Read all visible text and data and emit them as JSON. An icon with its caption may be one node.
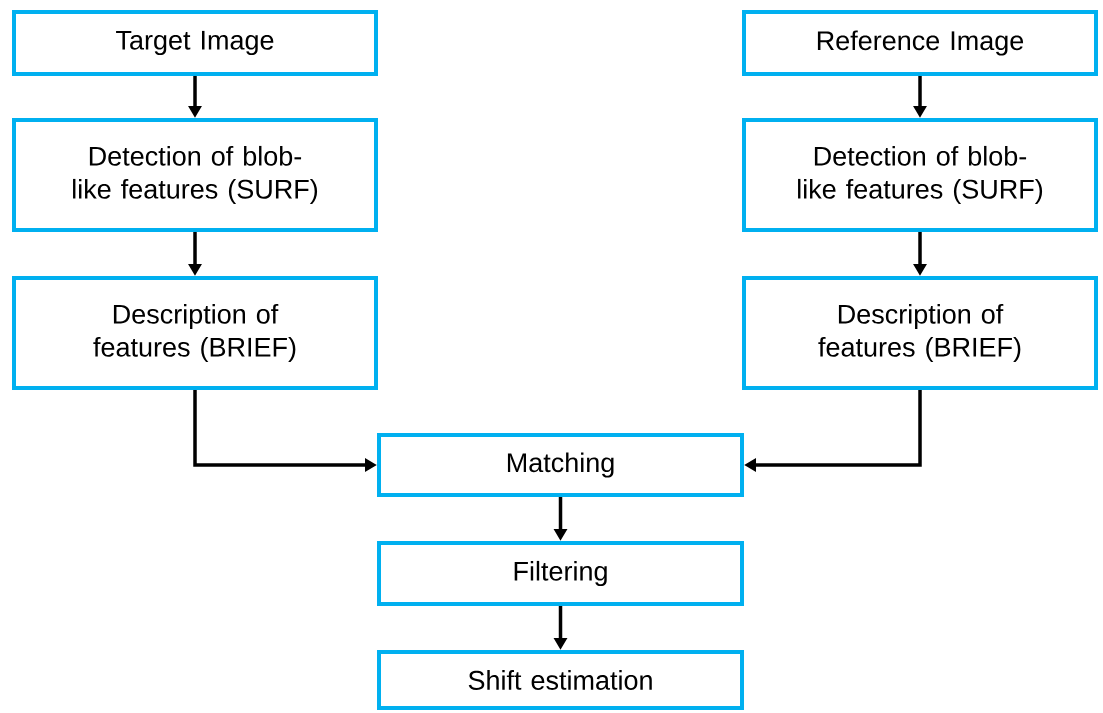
{
  "diagram": {
    "nodes": [
      {
        "text": [
          "Target Image"
        ]
      },
      {
        "text": [
          "Detection of blob-like features (SURF)"
        ]
      },
      {
        "text": [
          "Description of features (BRIEF)"
        ]
      },
      {
        "text": [
          "Reference Image"
        ]
      },
      {
        "text": [
          "Detection of blob-like features (SURF)"
        ]
      },
      {
        "text": [
          "Description of features (BRIEF)"
        ]
      },
      {
        "text": [
          "Matching"
        ]
      },
      {
        "text": [
          "Filtering"
        ]
      },
      {
        "text": [
          "Shift estimation"
        ]
      }
    ],
    "edges": [
      {
        "from": 0,
        "to": 1,
        "arrow": "to"
      },
      {
        "from": 1,
        "to": 2,
        "arrow": "to"
      },
      {
        "from": 3,
        "to": 4,
        "arrow": "to"
      },
      {
        "from": 4,
        "to": 5,
        "arrow": "to"
      },
      {
        "from": 2,
        "to": 6,
        "arrow": "to"
      },
      {
        "from": 5,
        "to": 6,
        "arrow": "to"
      },
      {
        "from": 6,
        "to": 7,
        "arrow": "to"
      },
      {
        "from": 7,
        "to": 8,
        "arrow": "to"
      }
    ]
  }
}
